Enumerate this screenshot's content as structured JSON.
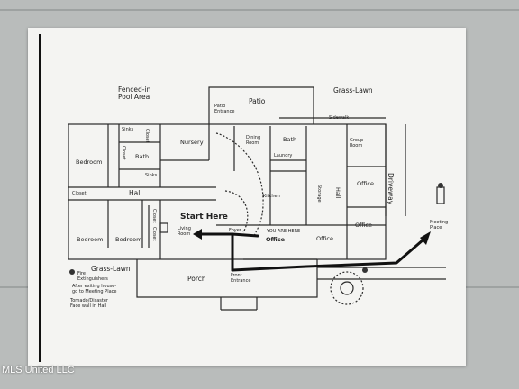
{
  "map": {
    "labels": {
      "pool": "Fenced-in\nPool Area",
      "patio": "Patio",
      "grass_lawn_top": "Grass-Lawn",
      "patio_entrance": "Patio\nEntrance",
      "sidewalk": "Sidewalk",
      "nursery": "Nursery",
      "dining_room": "Dining\nRoom",
      "bath_center": "Bath",
      "group_room": "Group\nRoom",
      "laundry": "Laundry",
      "bedroom_left": "Bedroom",
      "sinks_top": "Sinks",
      "closet_top": "Closet",
      "bath_left": "Bath",
      "closet_mid": "Closet",
      "sinks_mid": "Sinks",
      "closet_left": "Closet",
      "hall_left": "Hall",
      "bedroom_bottom_left": "Bedroom",
      "bedroom_bottom_mid": "Bedroom",
      "closet_bottom_a": "Closet",
      "closet_bottom_b": "Closet",
      "start_here": "Start Here",
      "living_room": "Living\nRoom",
      "foyer": "Foyer",
      "kitchen": "Kitchen",
      "storage": "Storage",
      "hall_right": "Hall",
      "office_top": "Office",
      "office_mid": "Office",
      "office_bottom": "Office",
      "you_are_here": "YOU ARE HERE",
      "office_here": "Office",
      "driveway": "Driveway",
      "meeting_place": "Meeting\nPlace",
      "porch": "Porch",
      "front_entrance": "Front\nEntrance",
      "grass_lawn_bottom": "Grass-Lawn",
      "legend_fire": "Fire\nExtinguishers",
      "legend_exit": "After exiting house-\ngo to Meeting Place",
      "legend_tornado": "Tornado/Disaster\nFace wall in Hall"
    }
  },
  "watermark": "MLS United LLC"
}
